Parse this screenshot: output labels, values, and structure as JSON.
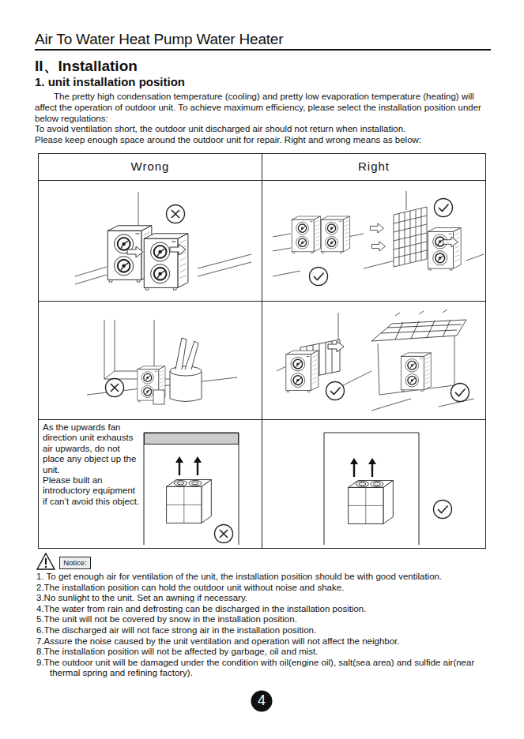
{
  "diagram": {
    "title": "Air To Water Heat Pump Water Heater",
    "nodes": [
      {
        "text": [
          "Wrong"
        ]
      },
      {
        "text": [
          "Right"
        ]
      },
      {
        "text": [
          "As the upwards fan direction unit exhausts air upwards, do not place any object up the unit.",
          "Please built an introductory equipment if can’t avoid this object."
        ]
      },
      {
        "text": [
          "Notice:"
        ]
      },
      {
        "text": [
          "4"
        ]
      }
    ],
    "labels": [
      "II、Installation",
      "1. unit installation position",
      "The pretty high condensation temperature (cooling) and pretty low evaporation temperature (heating) will affect the operation of outdoor unit. To achieve maximum efficiency, please select the installation position under below regulations:",
      "To avoid ventilation short, the outdoor unit discharged air should not return when installation.",
      "Please keep enough space around the outdoor unit for repair. Right and wrong means as below:",
      "1. To get enough air for ventilation of the unit, the installation position should be with good ventilation.",
      "2.The installation position can hold the outdoor unit without noise and shake.",
      "3.No sunlight to the unit. Set an awning if necessary.",
      "4.The water from rain and defrosting can be discharged in the installation position.",
      "5.The unit will not be covered by snow in the installation position.",
      "6.The discharged air will not face strong air in the installation position.",
      "7.Assure the noise caused by the unit ventilation and operation will not affect the neighbor.",
      "8.The installation position will not be affected by garbage, oil and mist.",
      "9.The outdoor unit will be damaged under the condition with oil(engine oil), salt(sea area) and sulfide air(near thermal spring and refining factory)."
    ]
  }
}
